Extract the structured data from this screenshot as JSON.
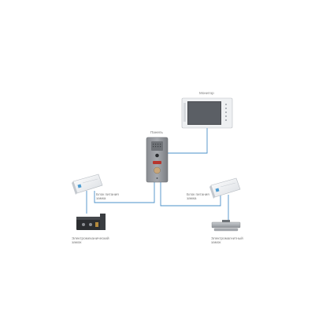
{
  "diagram": {
    "monitor_label": "Монитор",
    "panel_label": "Панель",
    "psu_left_label": [
      "Блок питания",
      "замка"
    ],
    "psu_right_label": [
      "Блок питания",
      "замка"
    ],
    "lock_left_label": [
      "Электромеханический",
      "замок"
    ],
    "lock_right_label": [
      "Электромагнитный",
      "замок"
    ],
    "wire_color": "#4a90c8"
  }
}
